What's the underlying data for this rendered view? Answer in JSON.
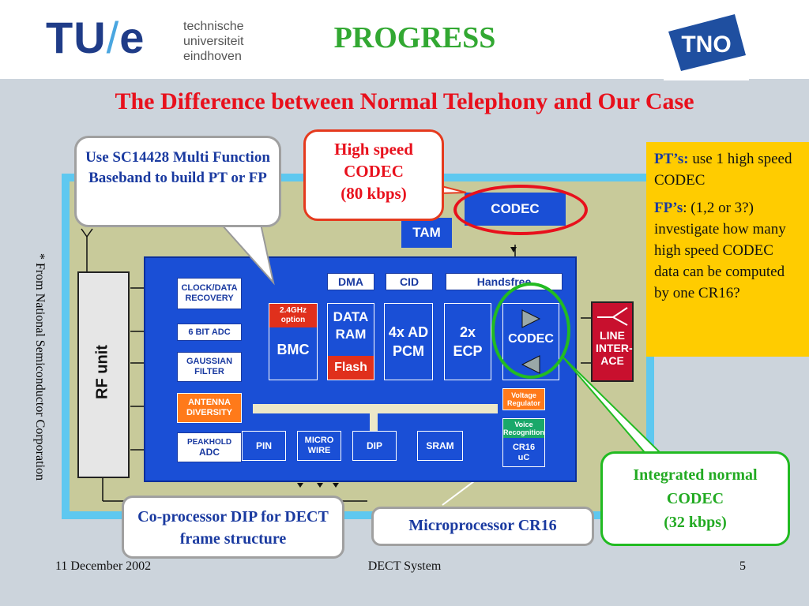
{
  "header": {
    "logo_left_tu": "TU",
    "logo_left_slash": "/",
    "logo_left_e": "e",
    "university_line1": "technische",
    "university_line2": "universiteit",
    "university_line3": "eindhoven",
    "section_title": "PROGRESS",
    "logo_right": "TNO"
  },
  "slide": {
    "title": "The Difference between Normal Telephony and Our Case",
    "side_note": "* From National Semiconductor Corporation"
  },
  "diagram": {
    "rf_unit": "RF unit",
    "codec_top": "CODEC",
    "tam": "TAM",
    "dma": "DMA",
    "cid": "CID",
    "handsfree": "Handsfree",
    "clock_data_recovery": "CLOCK/DATA RECOVERY",
    "six_bit_adc": "6 BIT ADC",
    "gaussian_filter": "GAUSSIAN FILTER",
    "antenna_diversity": "ANTENNA DIVERSITY",
    "peak_hold_adc_line1": "PEAKHOLD",
    "peak_hold_adc_line2": "ADC",
    "bmc_option": "2.4GHz option",
    "bmc": "BMC",
    "data_ram_line1": "DATA",
    "data_ram_line2": "RAM",
    "flash": "Flash",
    "ad_pcm": "4x AD PCM",
    "ecp": "2x ECP",
    "codec_inner": "CODEC",
    "line_interface": "LINE INTER- ACE",
    "voltage_regulator": "Voltage Regulator",
    "voice_recognition": "Voice Recognition",
    "cr16_uc": "CR16 uC",
    "pin": "PIN",
    "micro_wire": "MICRO WIRE",
    "dip": "DIP",
    "sram": "SRAM"
  },
  "callouts": {
    "baseband": "Use SC14428 Multi Function Baseband to build PT or FP",
    "high_speed_codec_line1": "High speed",
    "high_speed_codec_line2": "CODEC",
    "high_speed_codec_line3": "(80 kbps)",
    "coprocessor": "Co-processor DIP for DECT frame structure",
    "microprocessor": "Microprocessor CR16",
    "integrated_codec_line1": "Integrated normal",
    "integrated_codec_line2": "CODEC",
    "integrated_codec_line3": "(32 kbps)"
  },
  "info_box": {
    "pt_label": "PT’s:",
    "pt_text": " use 1 high speed CODEC",
    "fp_label": "FP’s",
    "fp_text": ": (1,2 or 3?) investigate how many high speed CODEC data can be computed by one CR16?"
  },
  "footer": {
    "date": "11 December 2002",
    "center": "DECT System",
    "page": "5"
  },
  "colors": {
    "title_red": "#e8101c",
    "progress_green": "#32a832",
    "diagram_blue": "#1a4fd6",
    "info_yellow": "#ffcc00",
    "callout_red": "#e53a1e",
    "callout_green": "#22bb22"
  }
}
